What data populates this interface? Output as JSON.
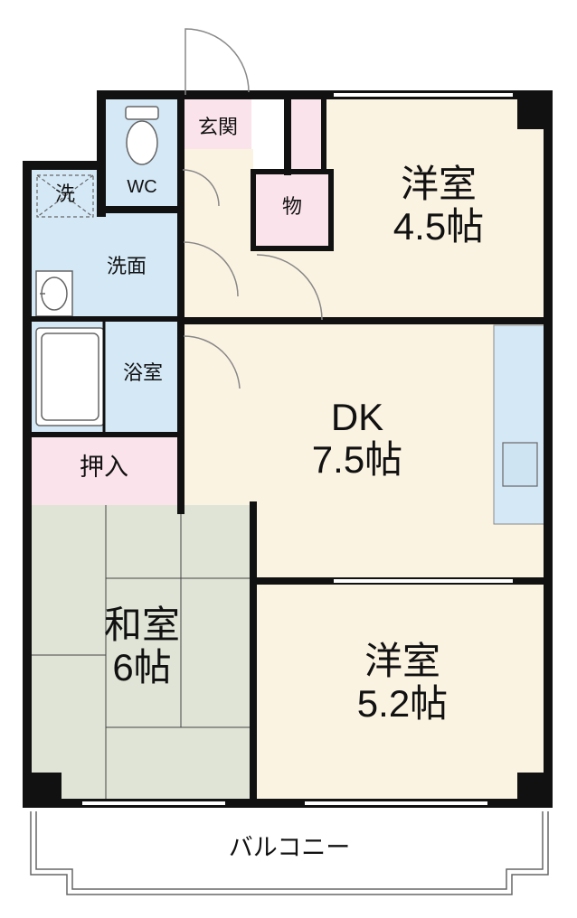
{
  "rooms": {
    "youshitsu_top": {
      "name": "洋室",
      "size": "4.5帖"
    },
    "dk": {
      "name": "DK",
      "size": "7.5帖"
    },
    "washitsu": {
      "name": "和室",
      "size": "6帖"
    },
    "youshitsu_bottom": {
      "name": "洋室",
      "size": "5.2帖"
    },
    "genkan": "玄関",
    "storage": "物",
    "wc": "WC",
    "washer": "洗",
    "washroom": "洗面",
    "bathroom": "浴室",
    "closet": "押入",
    "balcony": "バルコニー"
  },
  "colors": {
    "wall": "#111111",
    "western_room": "#fbf3e2",
    "water_area": "#d4e8f6",
    "storage_pink": "#fbe3ec",
    "tatami": "#dfe4d6",
    "door_line": "#888888"
  }
}
